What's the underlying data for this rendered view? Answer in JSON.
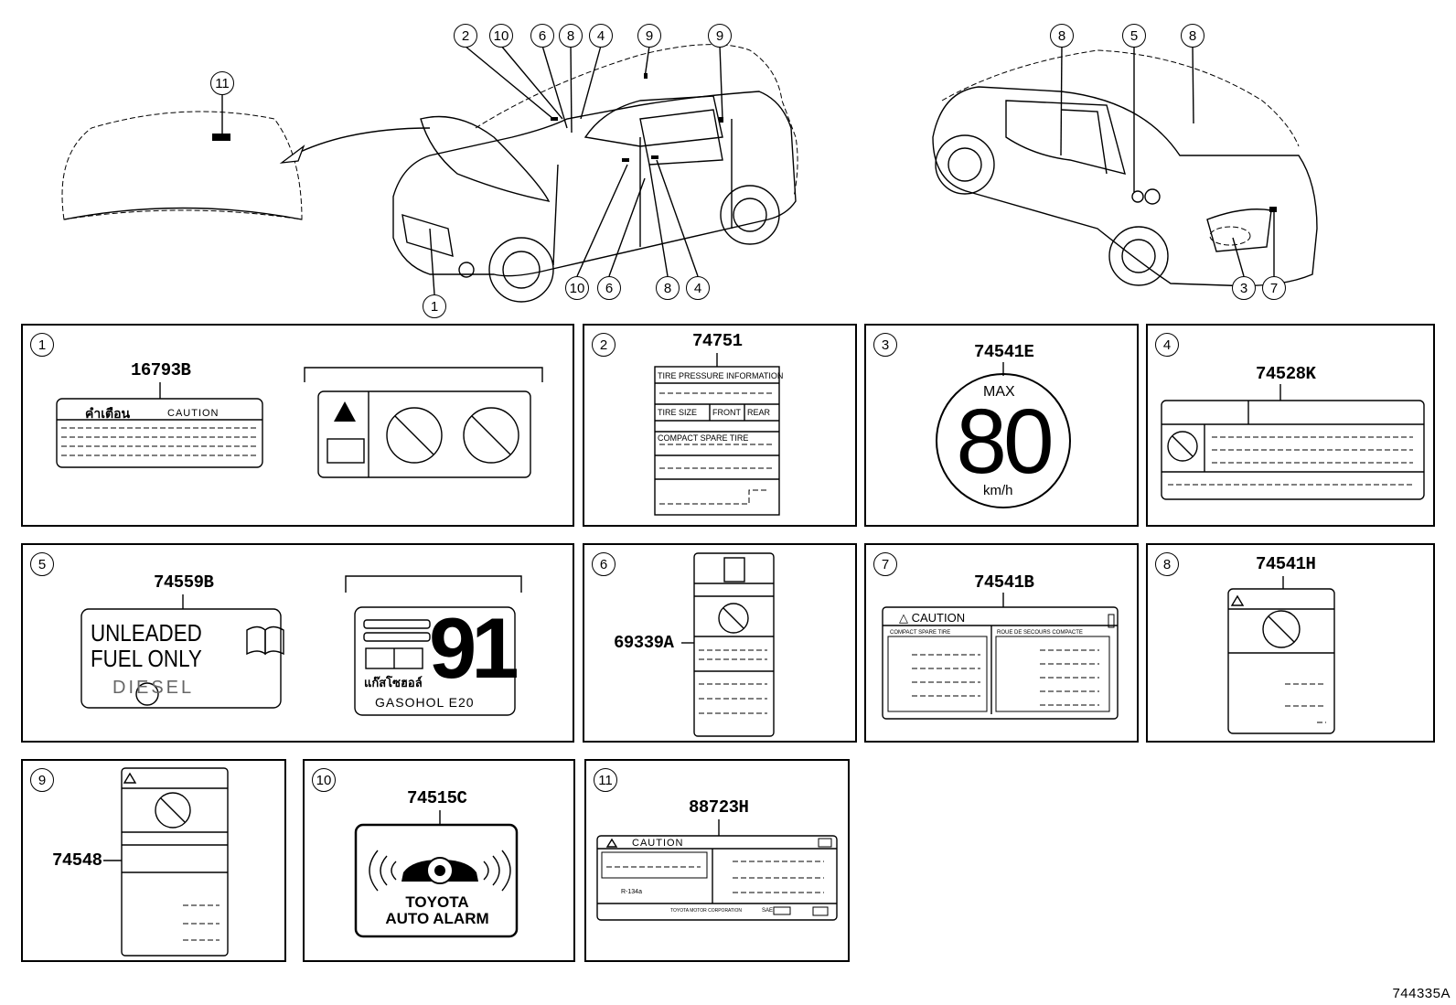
{
  "diagram_code": "744335A",
  "callouts_front": [
    "2",
    "10",
    "6",
    "8",
    "4",
    "9",
    "9",
    "11",
    "1",
    "10",
    "6",
    "8",
    "4"
  ],
  "callouts_rear": [
    "8",
    "5",
    "8",
    "3",
    "7"
  ],
  "panels": [
    {
      "index": "1",
      "part_number": "16793B",
      "thai_caution": "คำเตือน",
      "caution": "CAUTION"
    },
    {
      "index": "2",
      "part_number": "74751",
      "tire_pressure": "TIRE PRESSURE INFORMATION",
      "tire_size": "TIRE SIZE",
      "front": "FRONT",
      "rear": "REAR",
      "compact_spare": "COMPACT SPARE TIRE"
    },
    {
      "index": "3",
      "part_number": "74541E",
      "max": "MAX",
      "speed": "80",
      "unit": "km/h"
    },
    {
      "index": "4",
      "part_number": "74528K"
    },
    {
      "index": "5",
      "part_number": "74559B",
      "unleaded": "UNLEADED",
      "fuel_only": "FUEL ONLY",
      "diesel": "DIESEL",
      "octane": "91",
      "thai_gasohol": "แก๊สโซฮอล์",
      "gasohol": "GASOHOL E20"
    },
    {
      "index": "6",
      "part_number": "69339A"
    },
    {
      "index": "7",
      "part_number": "74541B",
      "caution": "CAUTION",
      "compact_spare": "COMPACT SPARE TIRE",
      "roue": "ROUE DE SECOURS COMPACTE"
    },
    {
      "index": "8",
      "part_number": "74541H"
    },
    {
      "index": "9",
      "part_number": "74548"
    },
    {
      "index": "10",
      "part_number": "74515C",
      "toyota": "TOYOTA",
      "auto_alarm": "AUTO ALARM"
    },
    {
      "index": "11",
      "part_number": "88723H",
      "caution": "CAUTION",
      "r134a": "R-134a",
      "company": "TOYOTA MOTOR CORPORATION",
      "sae": "SAE"
    }
  ],
  "colors": {
    "line": "#000000",
    "background": "#ffffff"
  }
}
